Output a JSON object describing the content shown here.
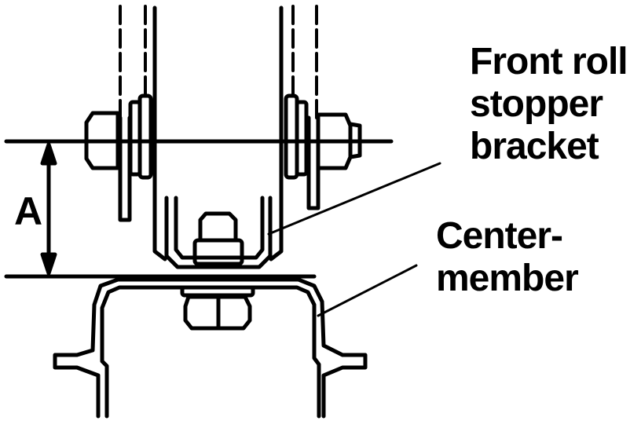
{
  "labels": {
    "front_roll_stopper_bracket": [
      "Front roll",
      "stopper",
      "bracket"
    ],
    "center_member": [
      "Center-",
      "member"
    ],
    "dimension": "A"
  },
  "colors": {
    "ink": "#000000",
    "paper": "#ffffff"
  }
}
